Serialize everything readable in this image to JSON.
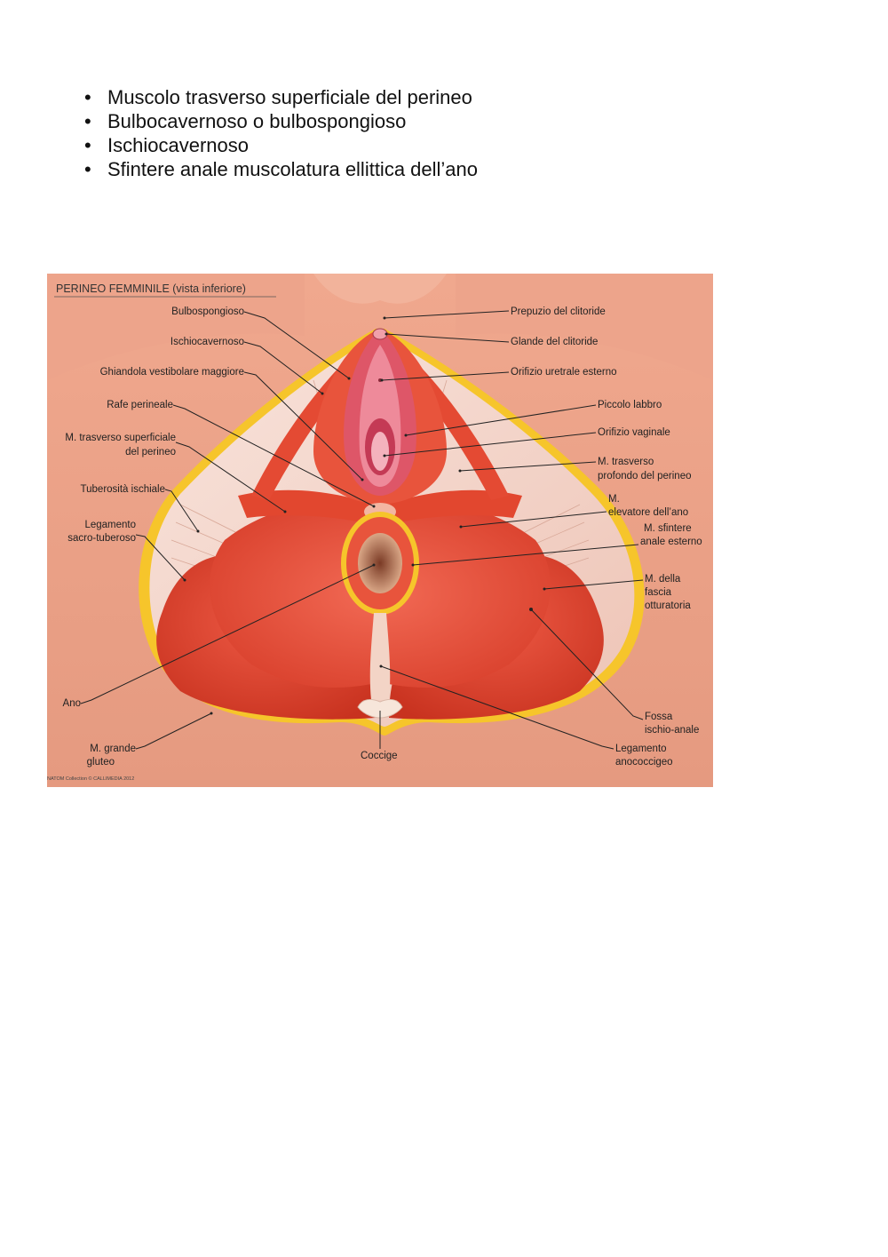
{
  "bullets": [
    "Muscolo trasverso superficiale del perineo",
    "Bulbocavernoso o  bulbospongioso",
    "Ischiocavernoso",
    "Sfintere anale muscolatura ellittica dell’ano"
  ],
  "figure": {
    "title": "PERINEO FEMMINILE (vista inferiore)",
    "credit": "NATOM Collection © CALLIMEDIA 2012",
    "labels_left": {
      "bulbospongioso": "Bulbospongioso",
      "ischiocavernoso": "Ischiocavernoso",
      "ghiandola": "Ghiandola vestibolare maggiore",
      "rafe": "Rafe perineale",
      "trasverso_sup_1": "M. trasverso superficiale",
      "trasverso_sup_2": "del perineo",
      "tuberosita": "Tuberosità ischiale",
      "legamento_st_1": "Legamento",
      "legamento_st_2": "sacro-tuberoso",
      "ano": "Ano",
      "grande_gluteo_1": "M. grande",
      "grande_gluteo_2": "gluteo"
    },
    "labels_right": {
      "prepuzio": "Prepuzio del clitoride",
      "glande": "Glande del clitoride",
      "orifizio_uretrale": "Orifizio uretrale esterno",
      "piccolo_labbro": "Piccolo labbro",
      "orifizio_vaginale": "Orifizio vaginale",
      "trasverso_prof_1": "M. trasverso",
      "trasverso_prof_2": "profondo del perineo",
      "elevatore_1": "M.",
      "elevatore_2": "elevatore dell’ano",
      "sfintere_1": "M. sfintere",
      "sfintere_2": "anale esterno",
      "fascia_1": "M. della",
      "fascia_2": "fascia",
      "fascia_3": "otturatoria",
      "fossa_1": "Fossa",
      "fossa_2": "ischio-anale",
      "anococcigeo_1": "Legamento",
      "anococcigeo_2": "anococcigeo"
    },
    "labels_bottom": {
      "coccige": "Coccige"
    }
  }
}
